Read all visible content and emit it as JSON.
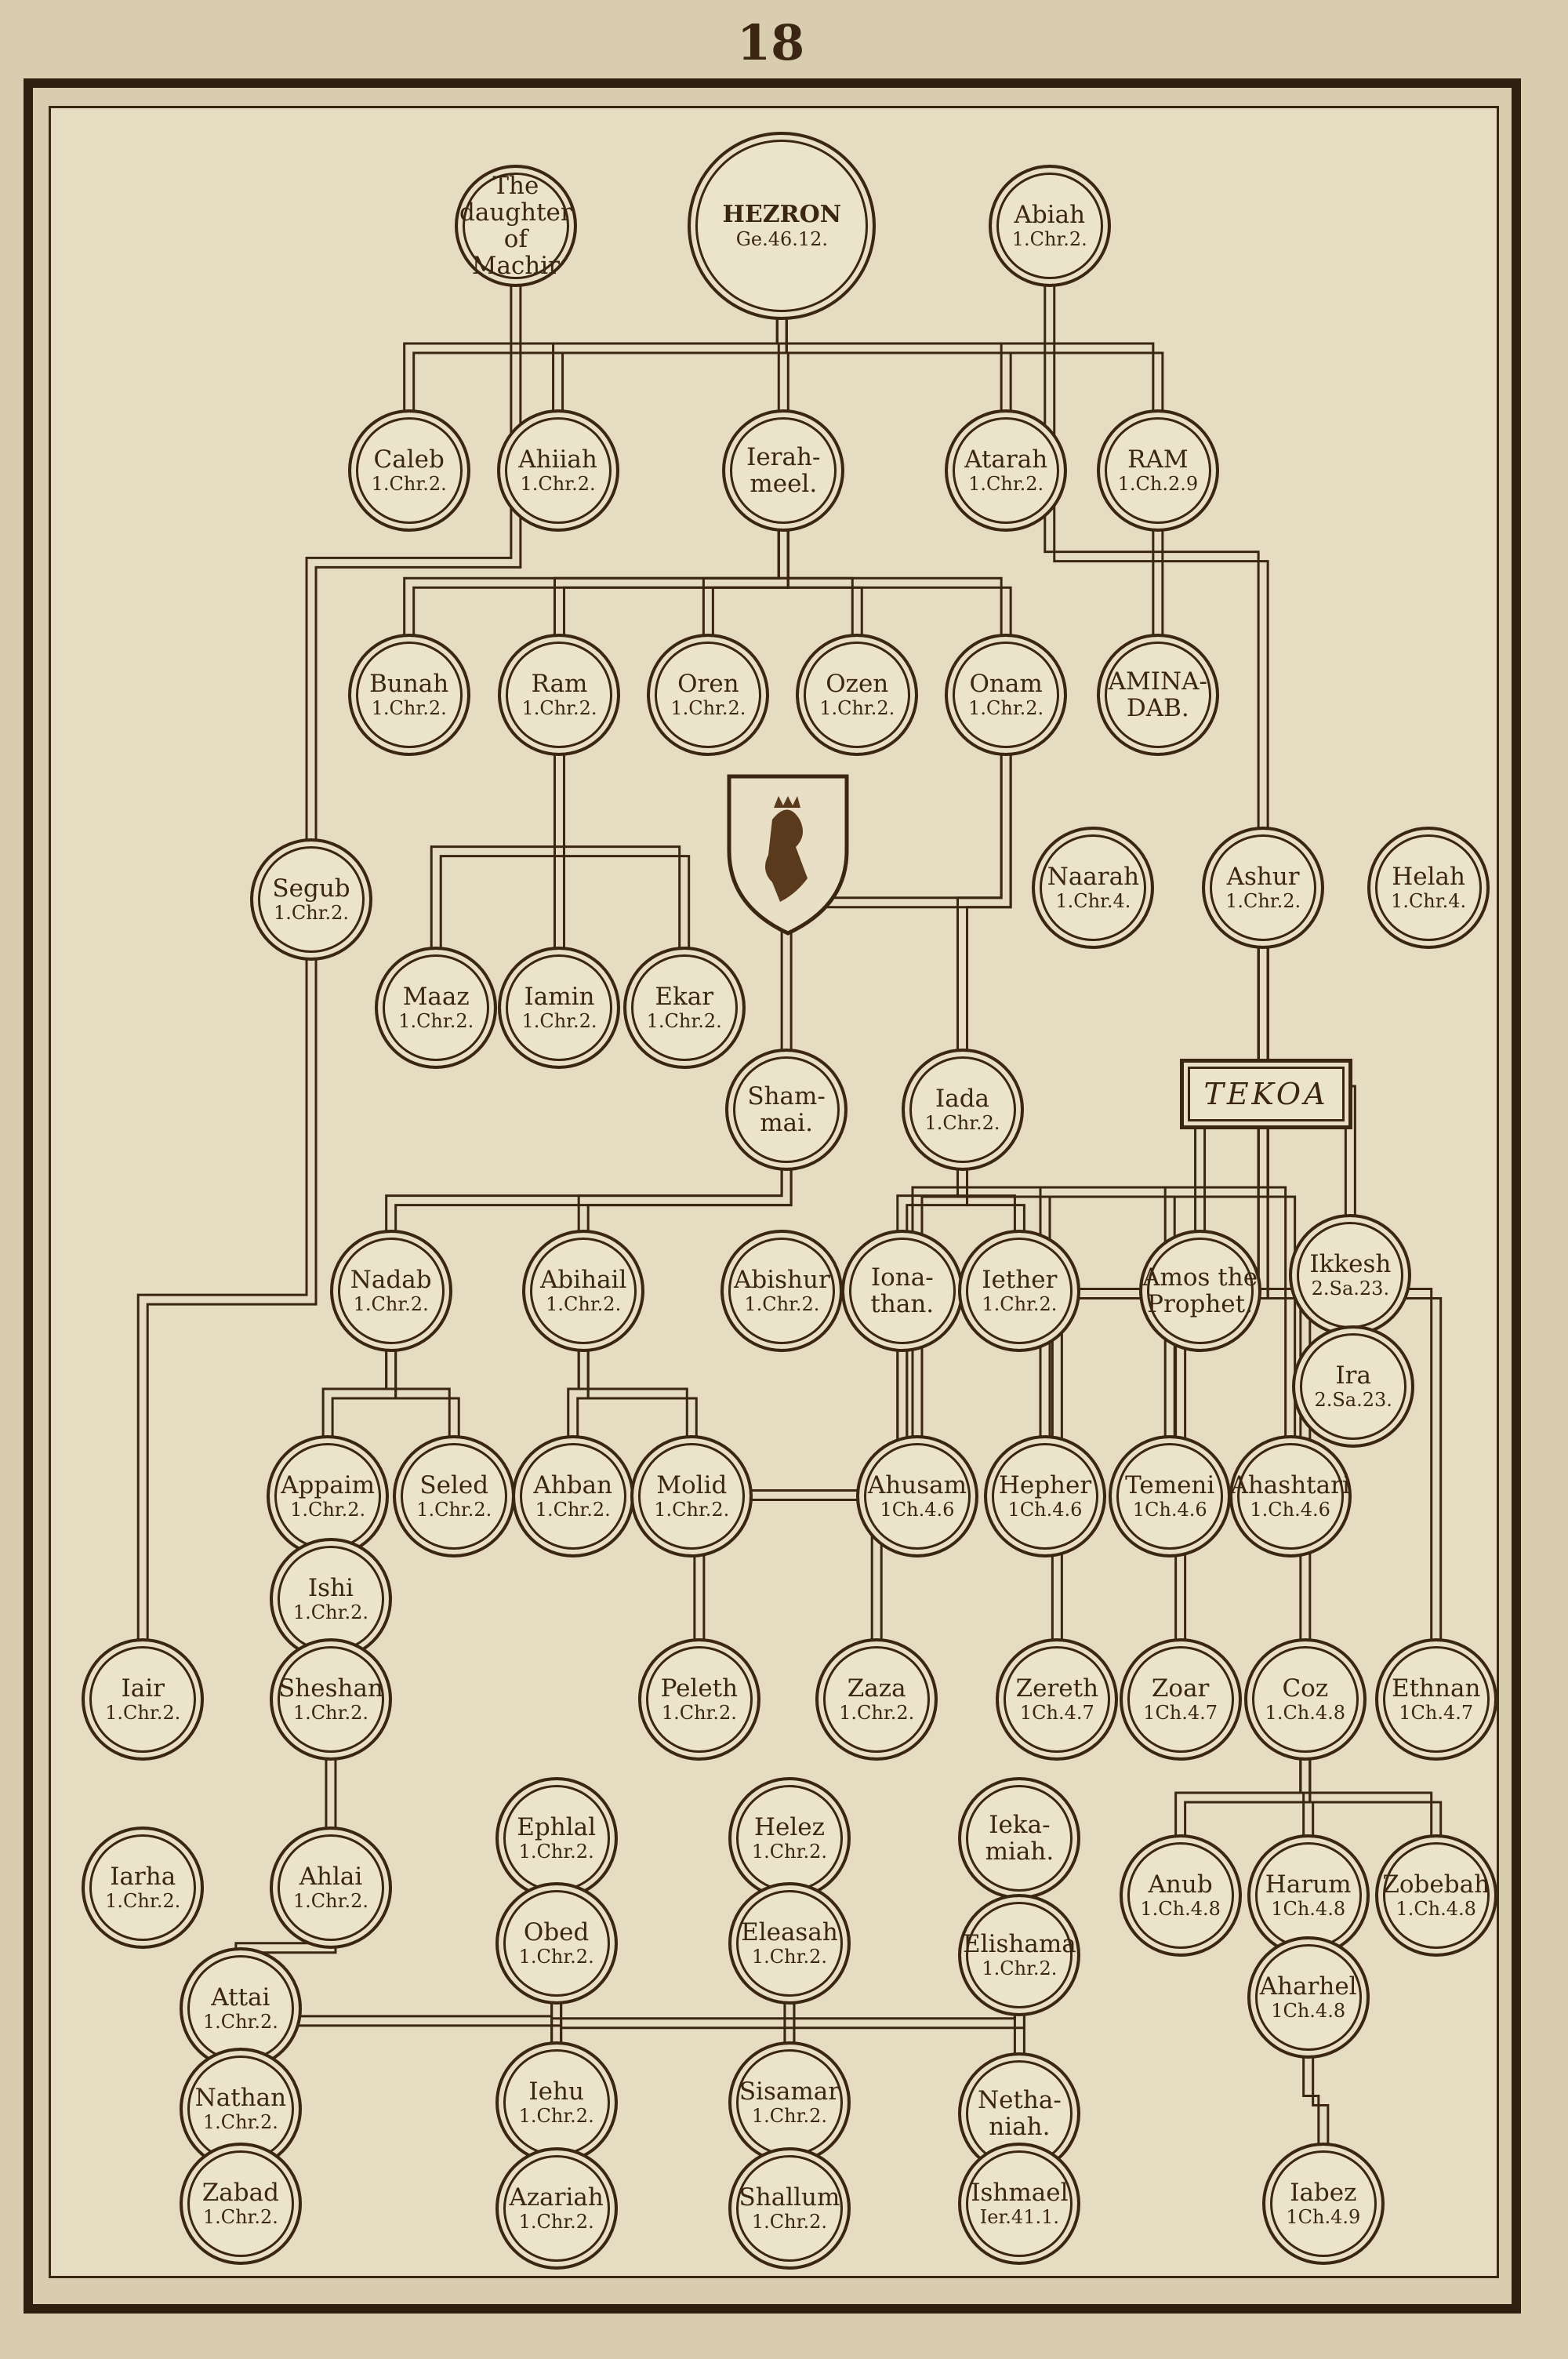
{
  "page_number": "18",
  "tekoa_label": "TEKOA",
  "nodes": [
    {
      "name": "The daughter of Machir",
      "ref": ""
    },
    {
      "name": "HEZRON",
      "ref": "Ge.46.12."
    },
    {
      "name": "Abiah",
      "ref": "1.Chr.2."
    },
    {
      "name": "Caleb",
      "ref": "1.Chr.2."
    },
    {
      "name": "Ahiiah",
      "ref": "1.Chr.2."
    },
    {
      "name": "Ierah-meel.",
      "ref": ""
    },
    {
      "name": "Atarah",
      "ref": "1.Chr.2."
    },
    {
      "name": "RAM",
      "ref": "1.Ch.2.9"
    },
    {
      "name": "Bunah",
      "ref": "1.Chr.2."
    },
    {
      "name": "Ram",
      "ref": "1.Chr.2."
    },
    {
      "name": "Oren",
      "ref": "1.Chr.2."
    },
    {
      "name": "Ozen",
      "ref": "1.Chr.2."
    },
    {
      "name": "Onam",
      "ref": "1.Chr.2."
    },
    {
      "name": "AMINA-DAB.",
      "ref": ""
    },
    {
      "name": "Segub",
      "ref": "1.Chr.2."
    },
    {
      "name": "Naarah",
      "ref": "1.Chr.4."
    },
    {
      "name": "Ashur",
      "ref": "1.Chr.2."
    },
    {
      "name": "Helah",
      "ref": "1.Chr.4."
    },
    {
      "name": "Maaz",
      "ref": "1.Chr.2."
    },
    {
      "name": "Iamin",
      "ref": "1.Chr.2."
    },
    {
      "name": "Ekar",
      "ref": "1.Chr.2."
    },
    {
      "name": "Sham-mai.",
      "ref": ""
    },
    {
      "name": "Iada",
      "ref": "1.Chr.2."
    },
    {
      "name": "Nadab",
      "ref": "1.Chr.2."
    },
    {
      "name": "Abihail",
      "ref": "1.Chr.2."
    },
    {
      "name": "Abishur",
      "ref": "1.Chr.2."
    },
    {
      "name": "Iona-than.",
      "ref": ""
    },
    {
      "name": "Iether",
      "ref": "1.Chr.2."
    },
    {
      "name": "Amos the Prophet.",
      "ref": ""
    },
    {
      "name": "Ikkesh",
      "ref": "2.Sa.23."
    },
    {
      "name": "Ira",
      "ref": "2.Sa.23."
    },
    {
      "name": "Appaim",
      "ref": "1.Chr.2."
    },
    {
      "name": "Seled",
      "ref": "1.Chr.2."
    },
    {
      "name": "Ahban",
      "ref": "1.Chr.2."
    },
    {
      "name": "Molid",
      "ref": "1.Chr.2."
    },
    {
      "name": "Ahusam",
      "ref": "1Ch.4.6"
    },
    {
      "name": "Hepher",
      "ref": "1Ch.4.6"
    },
    {
      "name": "Temeni",
      "ref": "1Ch.4.6"
    },
    {
      "name": "Ahashtari",
      "ref": "1.Ch.4.6"
    },
    {
      "name": "Ishi",
      "ref": "1.Chr.2."
    },
    {
      "name": "Iair",
      "ref": "1.Chr.2."
    },
    {
      "name": "Sheshan",
      "ref": "1.Chr.2."
    },
    {
      "name": "Peleth",
      "ref": "1.Chr.2."
    },
    {
      "name": "Zaza",
      "ref": "1.Chr.2."
    },
    {
      "name": "Zereth",
      "ref": "1Ch.4.7"
    },
    {
      "name": "Zoar",
      "ref": "1Ch.4.7"
    },
    {
      "name": "Coz",
      "ref": "1.Ch.4.8"
    },
    {
      "name": "Ethnan",
      "ref": "1Ch.4.7"
    },
    {
      "name": "Ephlal",
      "ref": "1.Chr.2."
    },
    {
      "name": "Helez",
      "ref": "1.Chr.2."
    },
    {
      "name": "Ieka-miah.",
      "ref": ""
    },
    {
      "name": "Iarha",
      "ref": "1.Chr.2."
    },
    {
      "name": "Ahlai",
      "ref": "1.Chr.2."
    },
    {
      "name": "Anub",
      "ref": "1.Ch.4.8"
    },
    {
      "name": "Harum",
      "ref": "1Ch.4.8"
    },
    {
      "name": "Zobebah",
      "ref": "1.Ch.4.8"
    },
    {
      "name": "Obed",
      "ref": "1.Chr.2."
    },
    {
      "name": "Eleasah",
      "ref": "1.Chr.2."
    },
    {
      "name": "Elishama",
      "ref": "1.Chr.2."
    },
    {
      "name": "Aharhel",
      "ref": "1Ch.4.8"
    },
    {
      "name": "Attai",
      "ref": "1.Chr.2."
    },
    {
      "name": "Nathan",
      "ref": "1.Chr.2."
    },
    {
      "name": "Iehu",
      "ref": "1.Chr.2."
    },
    {
      "name": "Sisamar",
      "ref": "1.Chr.2."
    },
    {
      "name": "Netha-niah.",
      "ref": ""
    },
    {
      "name": "Zabad",
      "ref": "1.Chr.2."
    },
    {
      "name": "Azariah",
      "ref": "1.Chr.2."
    },
    {
      "name": "Shallum",
      "ref": "1.Chr.2."
    },
    {
      "name": "Ishmael",
      "ref": "Ier.41.1."
    },
    {
      "name": "Iabez",
      "ref": "1Ch.4.9"
    }
  ]
}
